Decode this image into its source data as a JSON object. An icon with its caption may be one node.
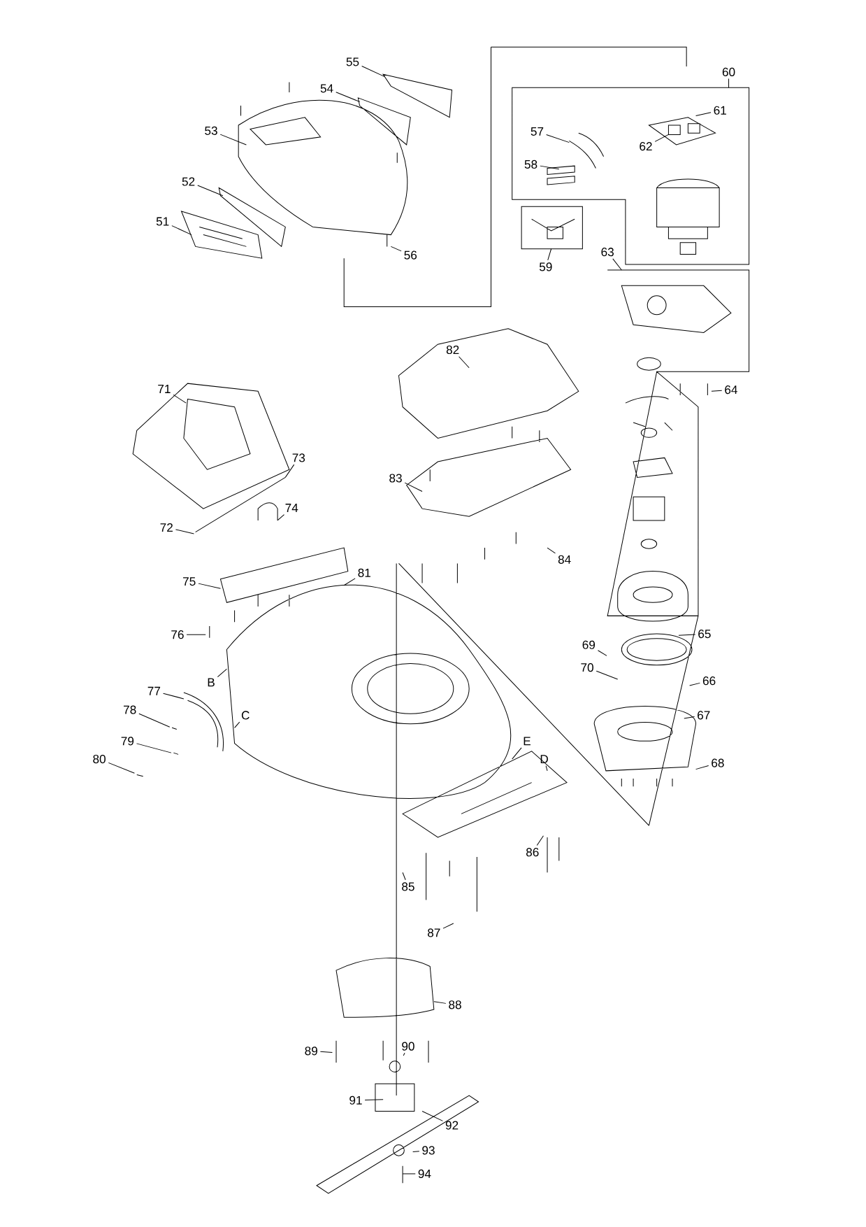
{
  "diagram": {
    "nodes": [
      {
        "text": [
          "51"
        ]
      },
      {
        "text": [
          "52"
        ]
      },
      {
        "text": [
          "53"
        ]
      },
      {
        "text": [
          "54"
        ]
      },
      {
        "text": [
          "55"
        ]
      },
      {
        "text": [
          "56"
        ]
      },
      {
        "text": [
          "57"
        ]
      },
      {
        "text": [
          "58"
        ]
      },
      {
        "text": [
          "59"
        ]
      },
      {
        "text": [
          "60"
        ]
      },
      {
        "text": [
          "61"
        ]
      },
      {
        "text": [
          "62"
        ]
      },
      {
        "text": [
          "63"
        ]
      },
      {
        "text": [
          "64"
        ]
      },
      {
        "text": [
          "65"
        ]
      },
      {
        "text": [
          "66"
        ]
      },
      {
        "text": [
          "67"
        ]
      },
      {
        "text": [
          "68"
        ]
      },
      {
        "text": [
          "69"
        ]
      },
      {
        "text": [
          "70"
        ]
      },
      {
        "text": [
          "71"
        ]
      },
      {
        "text": [
          "72"
        ]
      },
      {
        "text": [
          "73"
        ]
      },
      {
        "text": [
          "74"
        ]
      },
      {
        "text": [
          "75"
        ]
      },
      {
        "text": [
          "76"
        ]
      },
      {
        "text": [
          "77"
        ]
      },
      {
        "text": [
          "78"
        ]
      },
      {
        "text": [
          "79"
        ]
      },
      {
        "text": [
          "80"
        ]
      },
      {
        "text": [
          "81"
        ]
      },
      {
        "text": [
          "82"
        ]
      },
      {
        "text": [
          "83"
        ]
      },
      {
        "text": [
          "84"
        ]
      },
      {
        "text": [
          "85"
        ]
      },
      {
        "text": [
          "86"
        ]
      },
      {
        "text": [
          "87"
        ]
      },
      {
        "text": [
          "88"
        ]
      },
      {
        "text": [
          "89"
        ]
      },
      {
        "text": [
          "90"
        ]
      },
      {
        "text": [
          "91"
        ]
      },
      {
        "text": [
          "92"
        ]
      },
      {
        "text": [
          "93"
        ]
      },
      {
        "text": [
          "94"
        ]
      },
      {
        "text": [
          "B"
        ]
      },
      {
        "text": [
          "C"
        ]
      },
      {
        "text": [
          "D"
        ]
      },
      {
        "text": [
          "E"
        ]
      }
    ],
    "edges": [
      {
        "from": 0,
        "to": null,
        "arrow": "none"
      },
      {
        "from": 1,
        "to": null,
        "arrow": "none"
      },
      {
        "from": 2,
        "to": null,
        "arrow": "none"
      },
      {
        "from": 3,
        "to": null,
        "arrow": "none"
      },
      {
        "from": 4,
        "to": null,
        "arrow": "none"
      },
      {
        "from": 5,
        "to": null,
        "arrow": "none"
      },
      {
        "from": 6,
        "to": null,
        "arrow": "none"
      },
      {
        "from": 7,
        "to": null,
        "arrow": "none"
      },
      {
        "from": 8,
        "to": null,
        "arrow": "none"
      },
      {
        "from": 9,
        "to": null,
        "arrow": "none"
      },
      {
        "from": 10,
        "to": null,
        "arrow": "none"
      },
      {
        "from": 11,
        "to": null,
        "arrow": "none"
      },
      {
        "from": 12,
        "to": null,
        "arrow": "none"
      },
      {
        "from": 13,
        "to": null,
        "arrow": "none"
      },
      {
        "from": 14,
        "to": null,
        "arrow": "none"
      },
      {
        "from": 15,
        "to": null,
        "arrow": "none"
      },
      {
        "from": 16,
        "to": null,
        "arrow": "none"
      },
      {
        "from": 17,
        "to": null,
        "arrow": "none"
      },
      {
        "from": 18,
        "to": null,
        "arrow": "none"
      },
      {
        "from": 19,
        "to": null,
        "arrow": "none"
      },
      {
        "from": 20,
        "to": null,
        "arrow": "none"
      },
      {
        "from": 21,
        "to": null,
        "arrow": "none"
      },
      {
        "from": 22,
        "to": null,
        "arrow": "none"
      },
      {
        "from": 23,
        "to": null,
        "arrow": "none"
      },
      {
        "from": 24,
        "to": null,
        "arrow": "none"
      },
      {
        "from": 25,
        "to": null,
        "arrow": "none"
      },
      {
        "from": 26,
        "to": null,
        "arrow": "none"
      },
      {
        "from": 27,
        "to": null,
        "arrow": "none"
      },
      {
        "from": 28,
        "to": null,
        "arrow": "none"
      },
      {
        "from": 29,
        "to": null,
        "arrow": "none"
      },
      {
        "from": 30,
        "to": null,
        "arrow": "none"
      },
      {
        "from": 31,
        "to": null,
        "arrow": "none"
      },
      {
        "from": 32,
        "to": null,
        "arrow": "none"
      },
      {
        "from": 33,
        "to": null,
        "arrow": "none"
      },
      {
        "from": 34,
        "to": null,
        "arrow": "none"
      },
      {
        "from": 35,
        "to": null,
        "arrow": "none"
      },
      {
        "from": 36,
        "to": null,
        "arrow": "none"
      },
      {
        "from": 37,
        "to": null,
        "arrow": "none"
      },
      {
        "from": 38,
        "to": null,
        "arrow": "none"
      },
      {
        "from": 39,
        "to": null,
        "arrow": "none"
      },
      {
        "from": 40,
        "to": null,
        "arrow": "none"
      },
      {
        "from": 41,
        "to": null,
        "arrow": "none"
      },
      {
        "from": 42,
        "to": null,
        "arrow": "none"
      },
      {
        "from": 43,
        "to": null,
        "arrow": "none"
      },
      {
        "from": 44,
        "to": null,
        "arrow": "none"
      },
      {
        "from": 45,
        "to": null,
        "arrow": "none"
      },
      {
        "from": 46,
        "to": null,
        "arrow": "none"
      },
      {
        "from": 47,
        "to": null,
        "arrow": "none"
      }
    ]
  }
}
